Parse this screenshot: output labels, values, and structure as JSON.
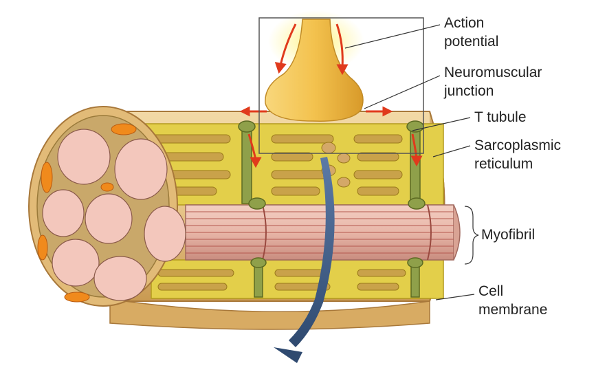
{
  "labels": {
    "action_potential": [
      "Action",
      "potential"
    ],
    "neuromuscular_junction": [
      "Neuromuscular",
      "junction"
    ],
    "t_tubule": "T tubule",
    "sarcoplasmic_reticulum": [
      "Sarcoplasmic",
      "reticulum"
    ],
    "myofibril": "Myofibril",
    "cell_membrane": [
      "Cell",
      "membrane"
    ]
  },
  "colors": {
    "membrane": "#e8c68a",
    "membrane_dark": "#c99a52",
    "reticulum": "#e3cf4a",
    "reticulum_dark": "#b39a1c",
    "t_tubule": "#8fa04a",
    "myofibril_pink": "#e8b6a8",
    "myofibril_stripe": "#b4584e",
    "nerve_terminal": "#f3c24e",
    "action_arrow": "#e03a1c",
    "flow_arrow": "#3d5a82",
    "mitochondria": "#f08a1c"
  }
}
